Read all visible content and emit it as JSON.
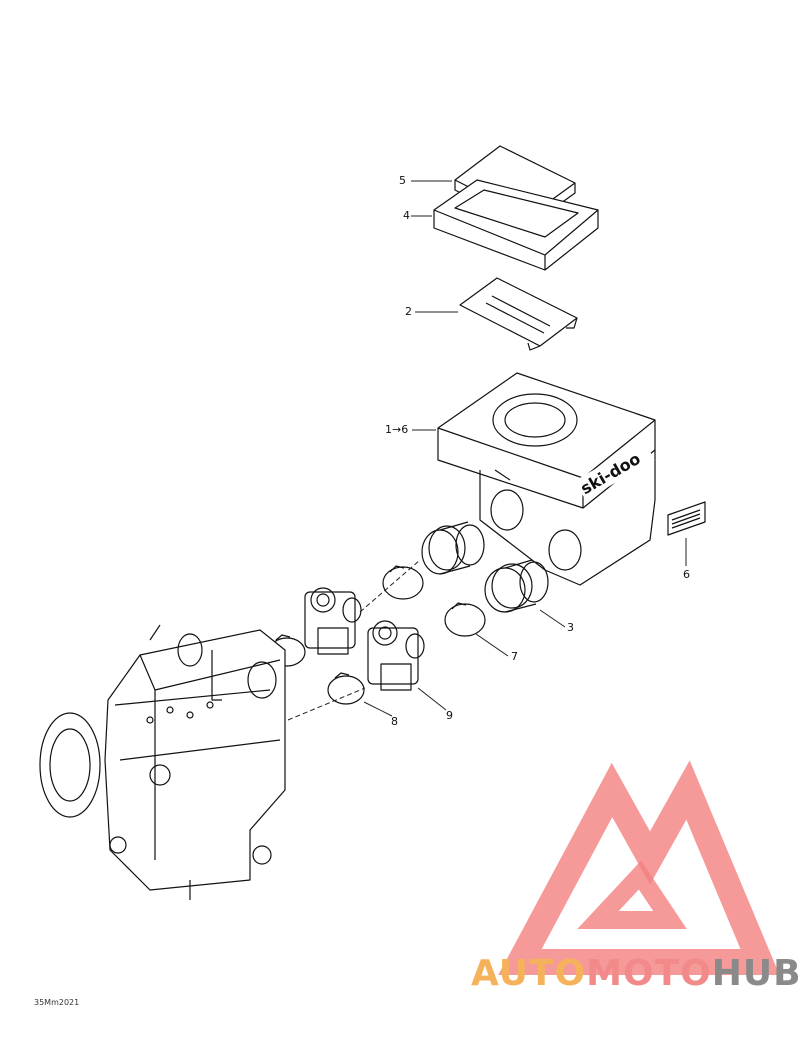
{
  "callouts": [
    {
      "id": "5",
      "label": "5"
    },
    {
      "id": "4",
      "label": "4"
    },
    {
      "id": "2",
      "label": "2"
    },
    {
      "id": "1-6",
      "label": "1→6"
    },
    {
      "id": "6",
      "label": "6"
    },
    {
      "id": "3",
      "label": "3"
    },
    {
      "id": "7",
      "label": "7"
    },
    {
      "id": "8",
      "label": "8"
    },
    {
      "id": "9",
      "label": "9"
    }
  ],
  "figure_id": "35Mm2021",
  "brand_decal": "ski-doo",
  "watermark": {
    "part1": "AUTO",
    "part2": "MOTO",
    "part3": "HUB",
    "colors": {
      "auto": "#f5b25a",
      "moto": "#f28a8a",
      "hub": "#8a8a8a",
      "logo": "#f47f7f"
    }
  }
}
